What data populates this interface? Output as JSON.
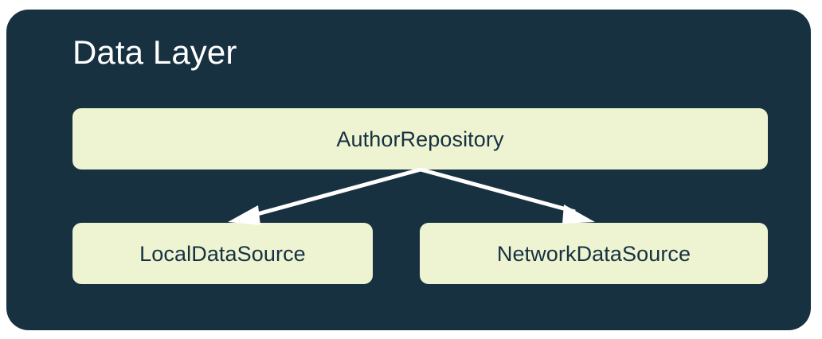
{
  "diagram": {
    "type": "architecture-layer-diagram",
    "page_background": "#ffffff",
    "layer": {
      "title": "Data Layer",
      "background_color": "#173141",
      "title_color": "#ffffff"
    },
    "node_style": {
      "fill_color": "#EEF3D2",
      "text_color": "#173141"
    },
    "arrow_style": {
      "color": "#ffffff",
      "head": "filled-triangle"
    },
    "nodes": [
      {
        "id": "author-repository",
        "label": "AuthorRepository",
        "role": "repository"
      },
      {
        "id": "local-data-source",
        "label": "LocalDataSource",
        "role": "data-source"
      },
      {
        "id": "network-data-source",
        "label": "NetworkDataSource",
        "role": "data-source"
      }
    ],
    "edges": [
      {
        "from": "author-repository",
        "to": "local-data-source",
        "direction": "down-left"
      },
      {
        "from": "author-repository",
        "to": "network-data-source",
        "direction": "down-right"
      }
    ]
  }
}
